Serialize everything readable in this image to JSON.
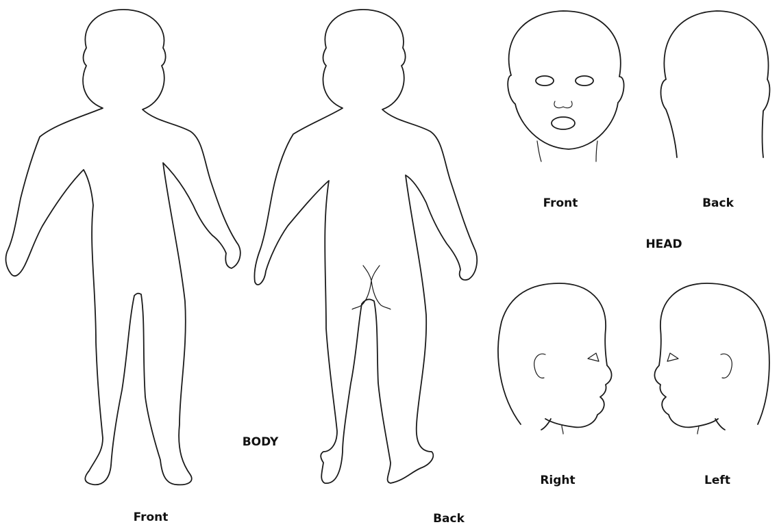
{
  "body": {
    "title": "BODY",
    "views": [
      {
        "name": "front",
        "label": "Front"
      },
      {
        "name": "back",
        "label": "Back"
      }
    ]
  },
  "head": {
    "title": "HEAD",
    "views": [
      {
        "name": "front",
        "label": "Front"
      },
      {
        "name": "back",
        "label": "Back"
      },
      {
        "name": "right",
        "label": "Right"
      },
      {
        "name": "left",
        "label": "Left"
      }
    ]
  },
  "colors": {
    "stroke": "#1a1a1a",
    "background": "#ffffff"
  }
}
